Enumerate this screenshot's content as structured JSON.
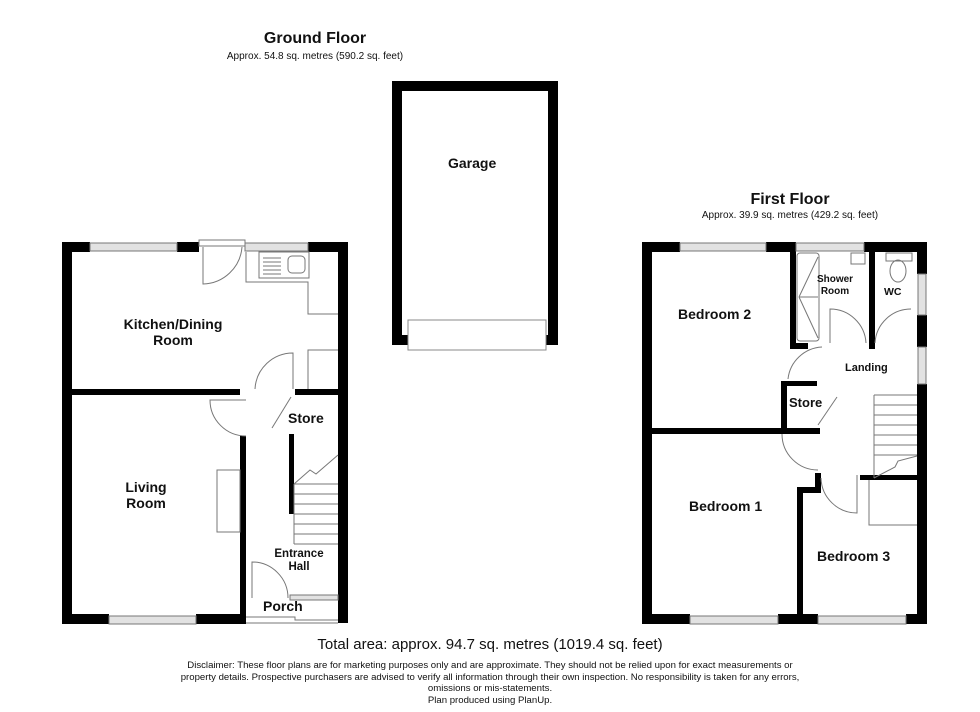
{
  "ground_floor": {
    "title": "Ground Floor",
    "area": "Approx. 54.8 sq. metres (590.2 sq. feet)",
    "rooms": {
      "kitchen_line1": "Kitchen/Dining",
      "kitchen_line2": "Room",
      "living_line1": "Living",
      "living_line2": "Room",
      "store": "Store",
      "hall_line1": "Entrance",
      "hall_line2": "Hall",
      "porch": "Porch"
    }
  },
  "garage": {
    "label": "Garage"
  },
  "first_floor": {
    "title": "First Floor",
    "area": "Approx. 39.9 sq. metres (429.2 sq. feet)",
    "rooms": {
      "bedroom2": "Bedroom 2",
      "shower_line1": "Shower",
      "shower_line2": "Room",
      "wc": "WC",
      "landing": "Landing",
      "store": "Store",
      "bedroom1": "Bedroom 1",
      "bedroom3": "Bedroom 3"
    }
  },
  "footer": {
    "total_area": "Total area: approx. 94.7 sq. metres (1019.4 sq. feet)",
    "disclaimer_line1": "Disclaimer: These floor plans are for marketing purposes only and are approximate. They should not be relied upon for exact measurements or",
    "disclaimer_line2": "property details. Prospective purchasers are advised to verify all information through their own inspection. No responsibility is taken for any errors,",
    "disclaimer_line3": "omissions or mis-statements.",
    "disclaimer_line4": "Plan produced using PlanUp."
  },
  "colors": {
    "wall": "#000000",
    "fixture_line": "#777777",
    "window_fill": "#d8d8d8"
  }
}
